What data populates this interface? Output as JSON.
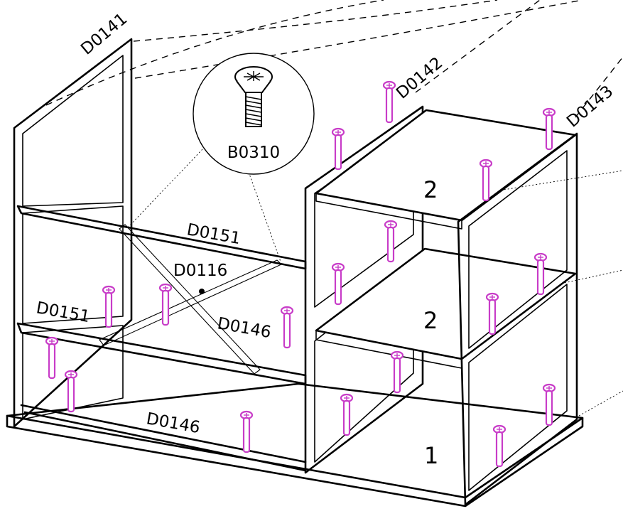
{
  "parts": {
    "d0141": "D0141",
    "d0142": "D0142",
    "d0143": "D0143",
    "d0151_top": "D0151",
    "d0151_left": "D0151",
    "d0116": "D0116",
    "d0146_mid": "D0146",
    "d0146_bottom": "D0146",
    "screw": "B0310"
  },
  "compartments": {
    "upper": "2",
    "middle": "2",
    "lower": "1"
  },
  "colors": {
    "line": "#000000",
    "screw": "#c83cc8",
    "background": "#ffffff"
  },
  "icons": {
    "screw": "countersunk-screw-icon",
    "callout": "magnifier-callout"
  }
}
